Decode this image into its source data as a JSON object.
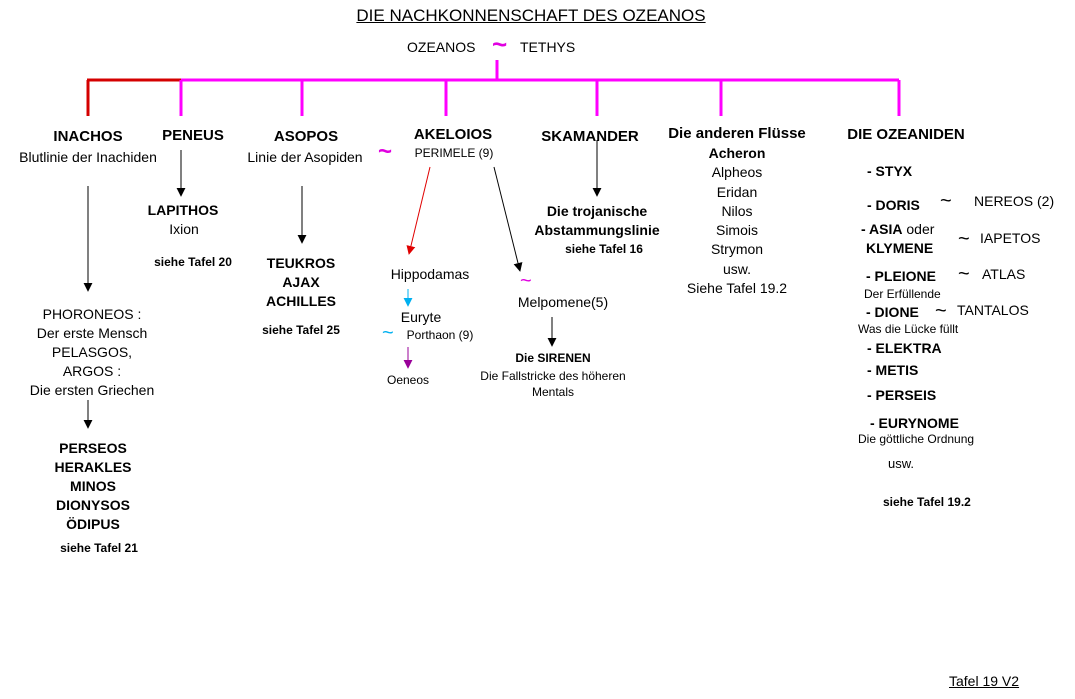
{
  "title": "DIE NACHKONNENSCHAFT DES OZEANOS",
  "parents": {
    "left": "OZEANOS",
    "right": "TETHYS"
  },
  "tilde": "~",
  "colors": {
    "main_line": "#ff00ff",
    "red_line": "#d40000",
    "cyan": "#00b0f0",
    "purple": "#990099"
  },
  "inachos": {
    "name": "INACHOS",
    "sub": "Blutlinie der Inachiden",
    "mid": [
      "PHORONEOS :",
      "Der erste Mensch",
      "PELASGOS,",
      "ARGOS :",
      "Die ersten Griechen"
    ],
    "desc": [
      "PERSEOS",
      "HERAKLES",
      "MINOS",
      "DIONYSOS",
      "ÖDIPUS"
    ],
    "ref": "siehe Tafel 21"
  },
  "peneus": {
    "name": "PENEUS",
    "child": "LAPITHOS",
    "child2": "Ixion",
    "ref": "siehe Tafel 20"
  },
  "asopos": {
    "name": "ASOPOS",
    "sub": "Linie der Asopiden",
    "desc": [
      "TEUKROS",
      "AJAX",
      "ACHILLES"
    ],
    "ref": "siehe Tafel 25"
  },
  "akeloios": {
    "name": "AKELOIOS",
    "spouse": "PERIMELE (9)",
    "hippodamas": "Hippodamas",
    "euryte": "Euryte",
    "porthaon": "Porthaon (9)",
    "oeneos": "Oeneos",
    "melpomene": "Melpomene(5)",
    "sirenen": "Die SIRENEN",
    "sirenen_desc": [
      "Die Fallstricke des höheren",
      "Mentals"
    ]
  },
  "skamander": {
    "name": "SKAMANDER",
    "desc": [
      "Die trojanische",
      "Abstammungslinie"
    ],
    "ref": "siehe Tafel 16"
  },
  "fluesse": {
    "name": "Die anderen Flüsse",
    "rivers": [
      "Acheron",
      "Alpheos",
      "Eridan",
      "Nilos",
      "Simois",
      "Strymon",
      "usw.",
      "Siehe Tafel 19.2"
    ]
  },
  "ozeaniden": {
    "name": "DIE OZEANIDEN",
    "styx": "- STYX",
    "doris": "- DORIS",
    "nereos": "NEREOS (2)",
    "asia": "- ASIA",
    "oder": "oder",
    "klymene": "KLYMENE",
    "iapetos": "IAPETOS",
    "pleione": "- PLEIONE",
    "atlas": "ATLAS",
    "pleione_desc": "Der Erfüllende",
    "dione": "- DIONE",
    "tantalos": "TANTALOS",
    "dione_desc": "Was die Lücke füllt",
    "elektra": "- ELEKTRA",
    "metis": "- METIS",
    "perseis": "- PERSEIS",
    "eurynome": "- EURYNOME",
    "eurynome_desc": "Die göttliche Ordnung",
    "usw": "usw.",
    "ref": "siehe Tafel 19.2"
  },
  "footer": "Tafel 19 V2"
}
